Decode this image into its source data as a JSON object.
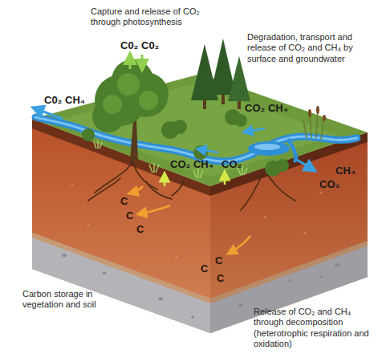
{
  "diagram": {
    "labels": [
      "Capture and release of CO₂ through photosynthesis",
      "C0₂ C0₂",
      "Degradation, transport and release of CO₂ and CH₄ by surface and groundwater",
      "C0₂ CH₄",
      "CO₂ CH₄",
      "CO₂ CH₄",
      "CO₂",
      "CH₄",
      "CO₂",
      "C",
      "C",
      "C",
      "C",
      "C",
      "C",
      "Carbon storage in vegetation and soil",
      "Release of CO₂ and CH₄ through decomposition (heterotrophic respiration and oxidation)"
    ]
  }
}
